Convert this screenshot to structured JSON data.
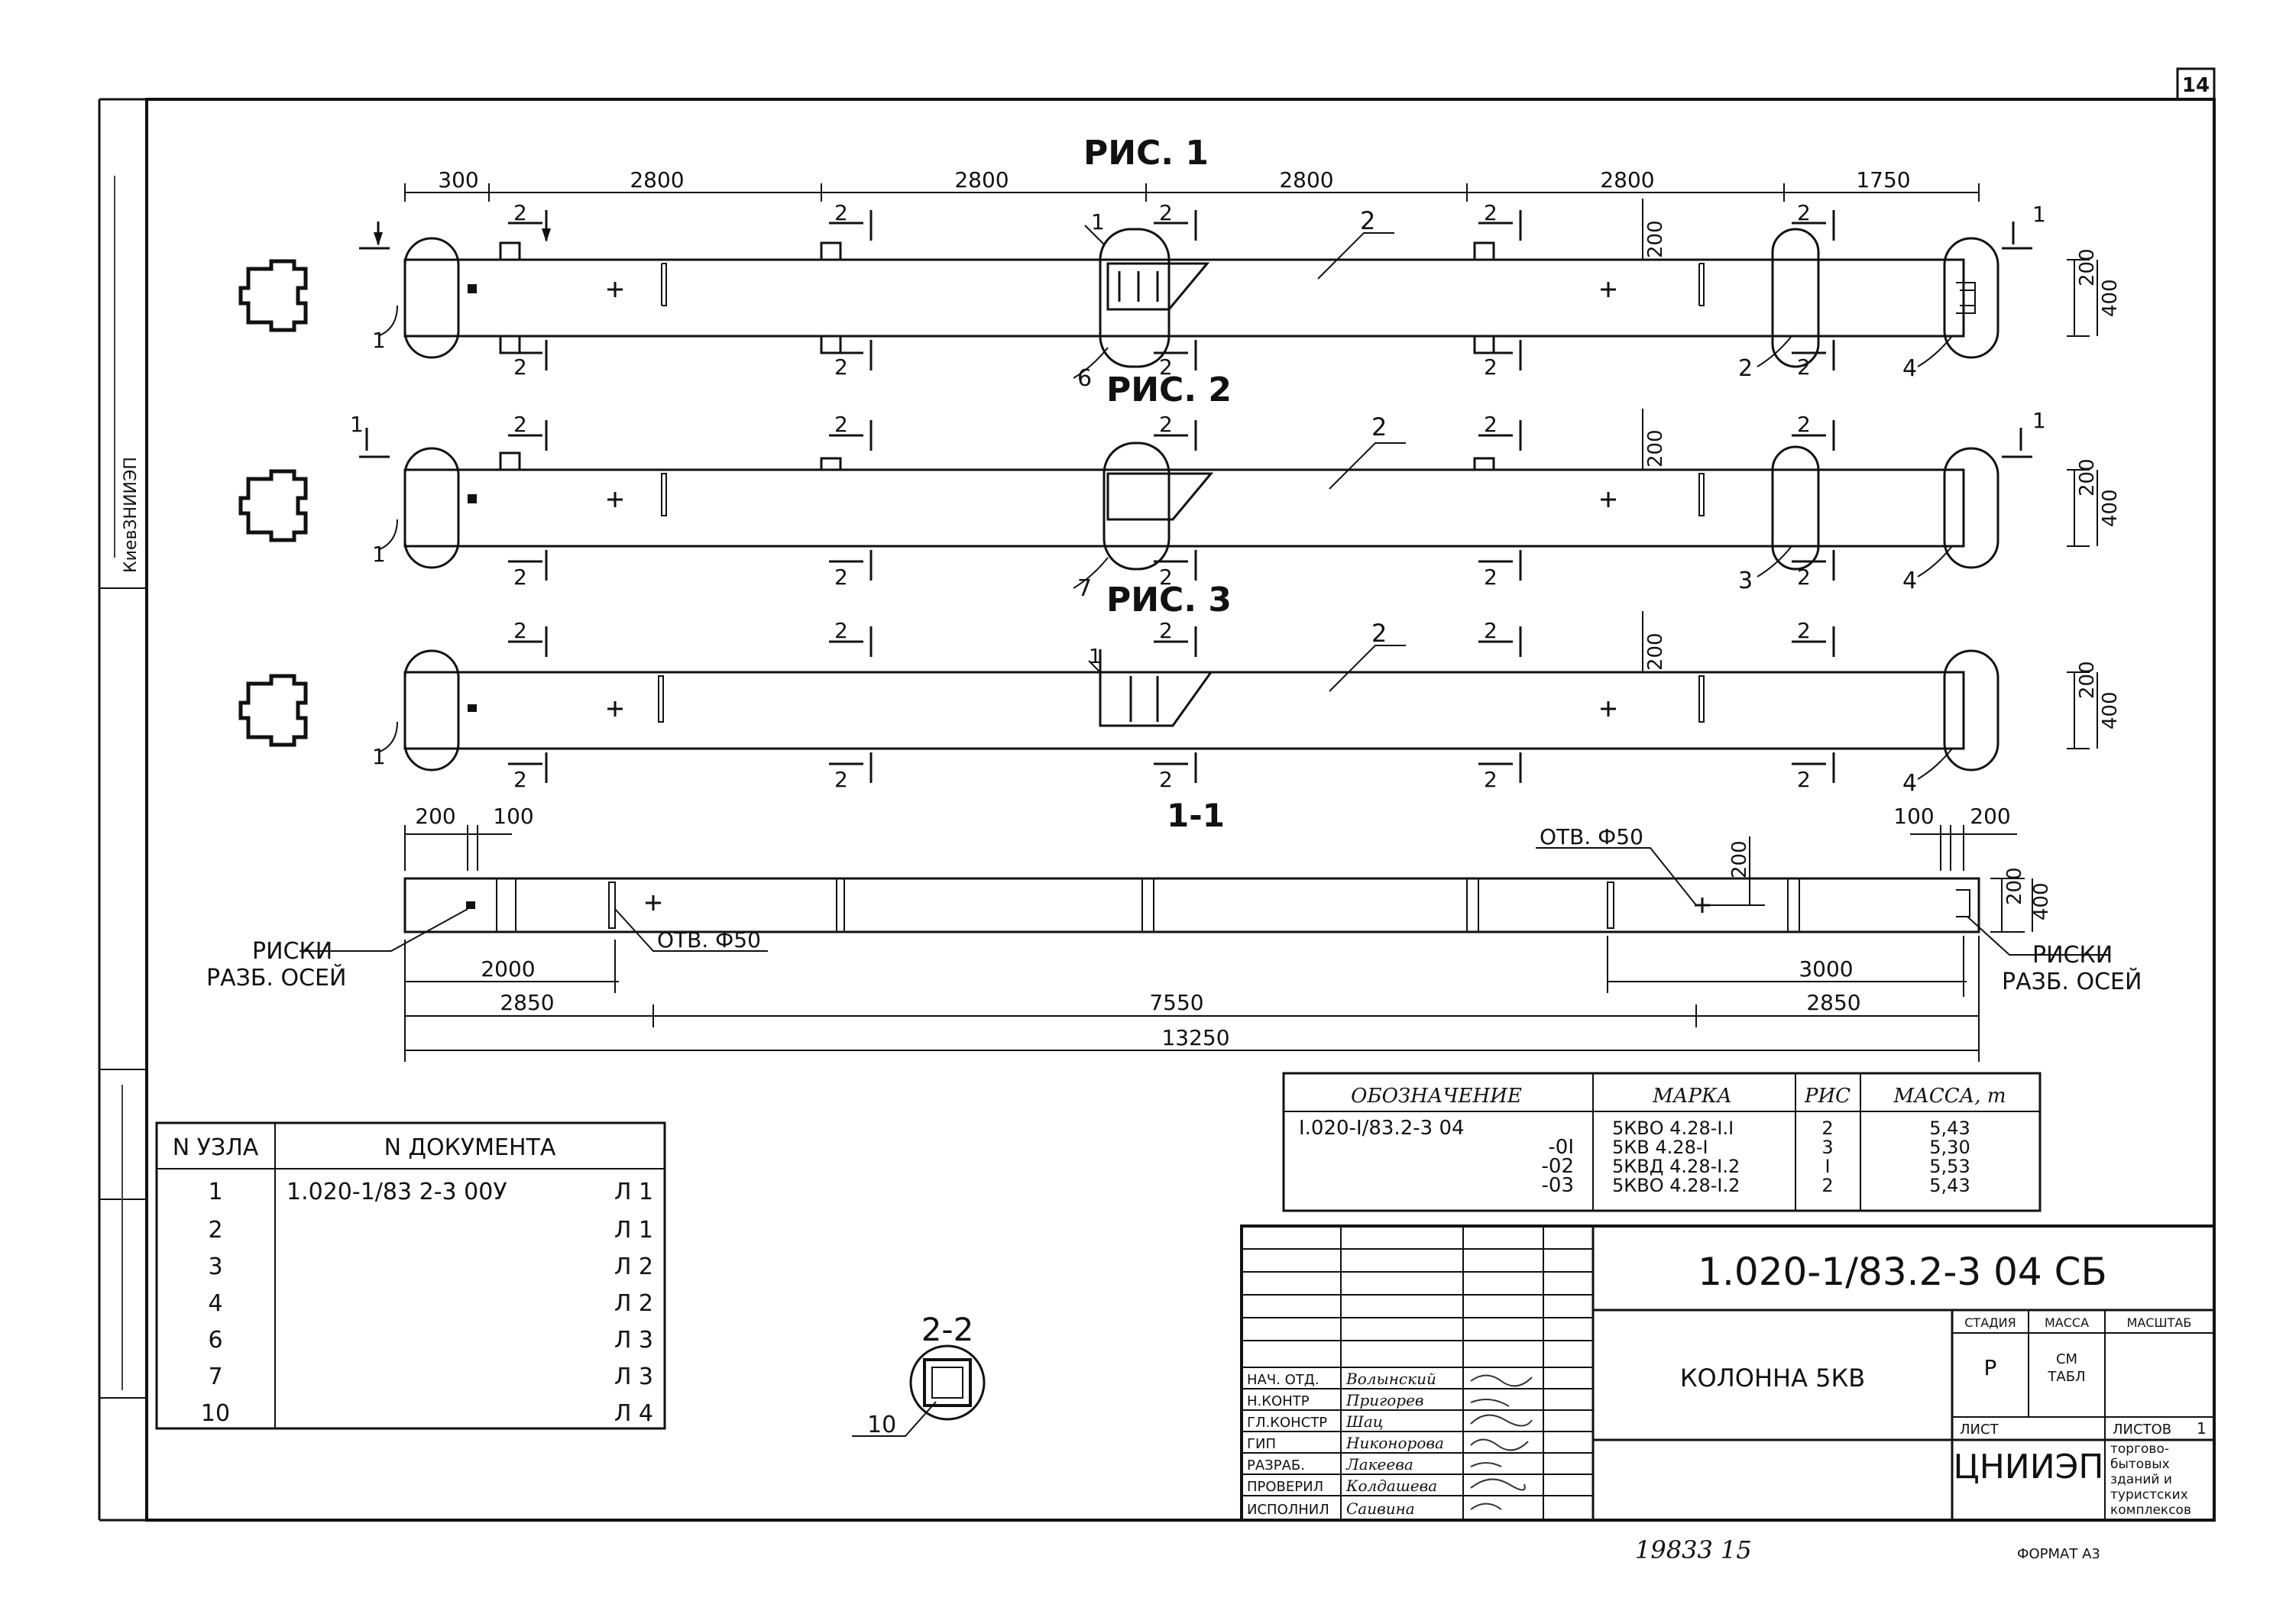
{
  "sheet_number": "14",
  "side_stamp": "КиевЗНИИЭП",
  "figures": {
    "fig1": {
      "title": "РИС. 1",
      "dims": [
        "300",
        "2800",
        "2800",
        "2800",
        "2800",
        "1750"
      ]
    },
    "fig2": {
      "title": "РИС. 2"
    },
    "fig3": {
      "title": "РИС. 3"
    }
  },
  "markers": {
    "one": "1",
    "two": "2",
    "three": "3",
    "four": "4",
    "six": "6",
    "seven": "7",
    "ten": "10"
  },
  "section_mark_2": "2",
  "dim_labels": {
    "d200": "200",
    "d400": "400",
    "d100": "100"
  },
  "section_1_1": {
    "title": "1-1",
    "hole_label": "ОТВ. Ф50",
    "marks_label_1": "РИСКИ",
    "marks_label_2": "РАЗБ. ОСЕЙ",
    "dims": {
      "d2000": "2000",
      "d3000": "3000",
      "d2850": "2850",
      "d7550": "7550",
      "d13250": "13250"
    }
  },
  "section_2_2": {
    "title": "2-2"
  },
  "nodes_table": {
    "headers": [
      "N УЗЛА",
      "N ДОКУМЕНТА"
    ],
    "rows": [
      {
        "node": "1",
        "doc": "1.020-1/83 2-3 00У",
        "sheet": "Л 1"
      },
      {
        "node": "2",
        "doc": "",
        "sheet": "Л 1"
      },
      {
        "node": "3",
        "doc": "",
        "sheet": "Л 2"
      },
      {
        "node": "4",
        "doc": "",
        "sheet": "Л 2"
      },
      {
        "node": "6",
        "doc": "",
        "sheet": "Л 3"
      },
      {
        "node": "7",
        "doc": "",
        "sheet": "Л 3"
      },
      {
        "node": "10",
        "doc": "",
        "sheet": "Л 4"
      }
    ]
  },
  "spec_table": {
    "headers": [
      "ОБОЗНАЧЕНИЕ",
      "МАРКА",
      "РИС",
      "МАССА, т"
    ],
    "rows": [
      {
        "designation": "I.020-I/83.2-3 04",
        "mark": "5КВО 4.28-I.I",
        "fig": "2",
        "mass": "5,43"
      },
      {
        "designation": "-0I",
        "mark": "5КВ 4.28-I",
        "fig": "3",
        "mass": "5,30"
      },
      {
        "designation": "-02",
        "mark": "5КВД 4.28-I.2",
        "fig": "I",
        "mass": "5,53"
      },
      {
        "designation": "-03",
        "mark": "5КВО 4.28-I.2",
        "fig": "2",
        "mass": "5,43"
      }
    ]
  },
  "title_block": {
    "code": "1.020-1/83.2-3 04 СБ",
    "name": "КОЛОННА 5КВ",
    "stage_header": "СТАДИЯ",
    "mass_header": "МАССА",
    "scale_header": "МАСШТАБ",
    "stage": "Р",
    "mass_1": "СМ",
    "mass_2": "ТАБЛ",
    "sheet_label": "ЛИСТ",
    "sheets_label": "ЛИСТОВ",
    "sheets_value": "1",
    "org": "ЦНИИЭП",
    "org_desc": [
      "торгово-",
      "бытовых",
      "зданий и",
      "туристских",
      "комплексов"
    ],
    "roles": [
      {
        "role": "НАЧ. ОТД.",
        "person": "Волынский"
      },
      {
        "role": "Н.КОНТР",
        "person": "Пригорев"
      },
      {
        "role": "ГЛ.КОНСТР",
        "person": "Шац"
      },
      {
        "role": "ГИП",
        "person": "Никонорова"
      },
      {
        "role": "РАЗРАБ.",
        "person": "Лакеева"
      },
      {
        "role": "ПРОВЕРИЛ",
        "person": "Колдашева"
      },
      {
        "role": "ИСПОЛНИЛ",
        "person": "Саивина"
      }
    ]
  },
  "footer": {
    "inventory": "19833 15",
    "format": "ФОРМАТ А3"
  }
}
